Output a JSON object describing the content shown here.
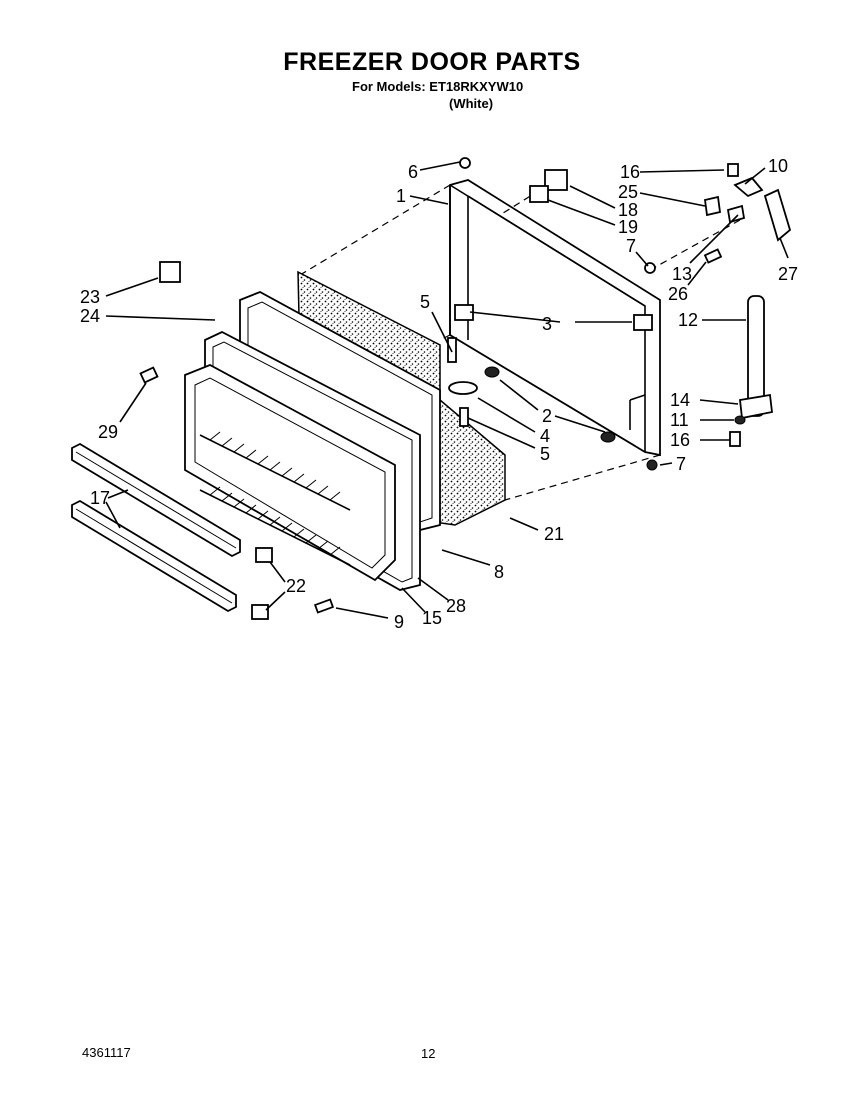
{
  "header": {
    "title": "FREEZER DOOR PARTS",
    "models": "For Models: ET18RKXYW10",
    "color": "(White)"
  },
  "footer": {
    "doc_number": "4361117",
    "page_number": "12"
  },
  "callouts": [
    "1",
    "2",
    "3",
    "4",
    "5",
    "5",
    "6",
    "7",
    "7",
    "8",
    "9",
    "10",
    "11",
    "12",
    "13",
    "14",
    "15",
    "16",
    "16",
    "17",
    "18",
    "19",
    "21",
    "22",
    "23",
    "24",
    "25",
    "26",
    "27",
    "28",
    "29"
  ]
}
